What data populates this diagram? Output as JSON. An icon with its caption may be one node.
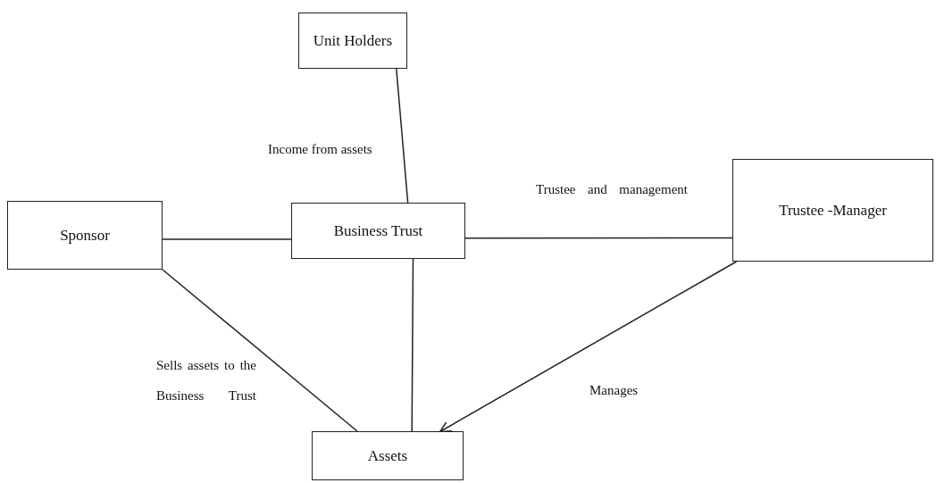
{
  "diagram": {
    "nodes": [
      {
        "text": [
          "Unit Holders"
        ]
      },
      {
        "text": [
          "Sponsor"
        ]
      },
      {
        "text": [
          "Business Trust"
        ]
      },
      {
        "text": [
          "Trustee -Manager"
        ]
      },
      {
        "text": [
          "Assets"
        ]
      }
    ],
    "edges": [
      {
        "from": 0,
        "to": 2,
        "arrow": "none",
        "label": "Income from assets"
      },
      {
        "from": 1,
        "to": 2,
        "arrow": "none"
      },
      {
        "from": 2,
        "to": 3,
        "arrow": "none",
        "label": "Trustee and management"
      },
      {
        "from": 1,
        "to": 4,
        "arrow": "none",
        "label": "Sells assets to the Business Trust"
      },
      {
        "from": 2,
        "to": 4,
        "arrow": "none"
      },
      {
        "from": 3,
        "to": 4,
        "arrow": "to",
        "label": "Manages"
      }
    ]
  }
}
